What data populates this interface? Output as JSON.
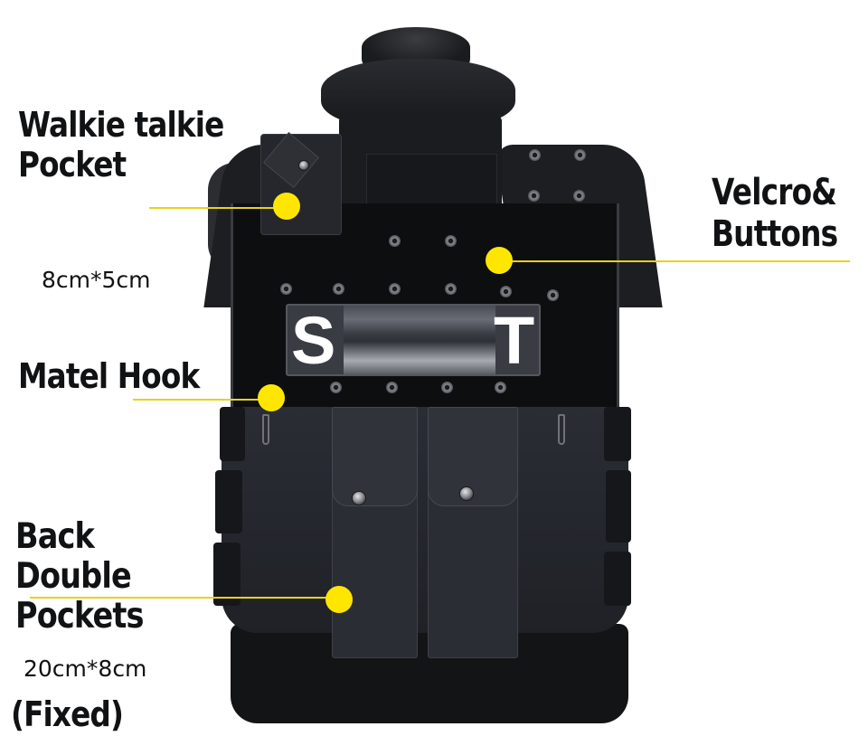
{
  "product": {
    "type": "tactical vest",
    "view": "back",
    "patch": {
      "left_letter": "S",
      "right_letter": "T"
    }
  },
  "annotations": [
    {
      "id": "walkie-talkie-pocket",
      "title_lines": [
        "Walkie talkie",
        "Pocket"
      ],
      "dimension": "8cm*5cm"
    },
    {
      "id": "velcro-buttons",
      "title_lines": [
        "Velcro&",
        "Buttons"
      ]
    },
    {
      "id": "metal-hook",
      "title_lines": [
        "Matel Hook"
      ]
    },
    {
      "id": "back-double-pockets",
      "title_lines": [
        "Back",
        "Double",
        "Pockets"
      ],
      "dimension": "20cm*8cm",
      "note": "(Fixed)"
    }
  ],
  "colors": {
    "callout_yellow": "#ffe600",
    "callout_line": "#e8d21a",
    "label_text": "#111214",
    "vest_black": "#0d0e10",
    "vest_gray": "#2a2d33",
    "background": "#ffffff"
  }
}
